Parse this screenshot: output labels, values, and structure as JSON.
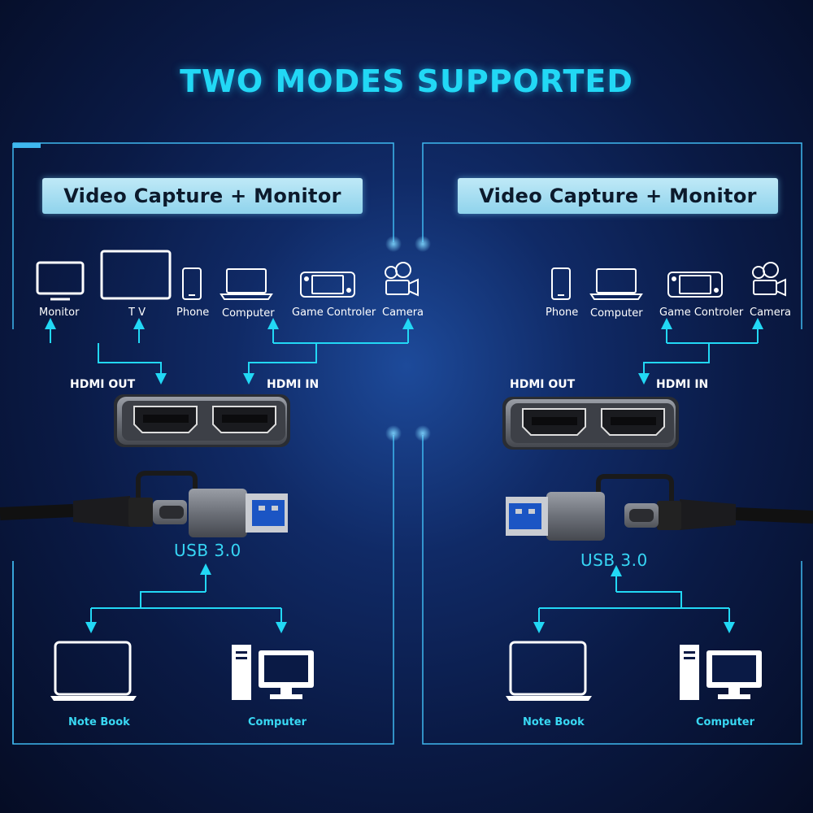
{
  "title": "TWO MODES SUPPORTED",
  "left": {
    "mode_label": "Video Capture + Monitor",
    "devices": [
      "Monitor",
      "T V",
      "Phone",
      "Computer",
      "Game Controler",
      "Camera"
    ],
    "hdmi_out": "HDMI OUT",
    "hdmi_in": "HDMI IN",
    "usb": "USB 3.0",
    "hosts": [
      "Note Book",
      "Computer"
    ]
  },
  "right": {
    "mode_label": "Video Capture + Monitor",
    "devices": [
      "Phone",
      "Computer",
      "Game Controler",
      "Camera"
    ],
    "hdmi_out": "HDMI OUT",
    "hdmi_in": "HDMI IN",
    "usb": "USB 3.0",
    "hosts": [
      "Note Book",
      "Computer"
    ]
  },
  "colors": {
    "accent": "#22d8f5",
    "label_box": "#a6dff2",
    "background": "#0a1a45"
  },
  "icons": [
    "monitor-icon",
    "tv-icon",
    "phone-icon",
    "laptop-icon",
    "game-console-icon",
    "camera-icon",
    "notebook-icon",
    "desktop-computer-icon",
    "hdmi-port-icon",
    "usb-a-connector-icon",
    "usb-c-connector-icon"
  ]
}
